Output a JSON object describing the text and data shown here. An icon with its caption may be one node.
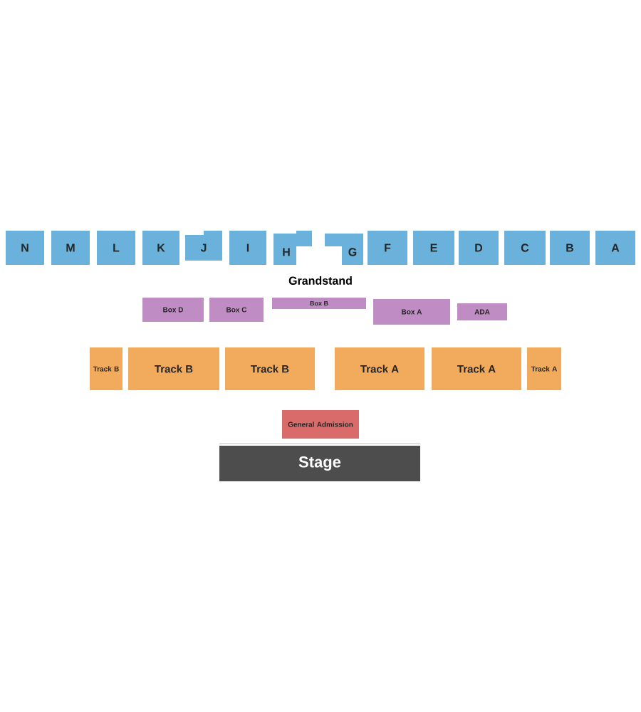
{
  "diagram": {
    "nodes": [
      {
        "text": [
          "N"
        ]
      },
      {
        "text": [
          "M"
        ]
      },
      {
        "text": [
          "L"
        ]
      },
      {
        "text": [
          "K"
        ]
      },
      {
        "text": [
          "J"
        ]
      },
      {
        "text": [
          "I"
        ]
      },
      {
        "text": [
          "H"
        ]
      },
      {
        "text": [
          "G"
        ]
      },
      {
        "text": [
          "F"
        ]
      },
      {
        "text": [
          "E"
        ]
      },
      {
        "text": [
          "D"
        ]
      },
      {
        "text": [
          "C"
        ]
      },
      {
        "text": [
          "B"
        ]
      },
      {
        "text": [
          "A"
        ]
      },
      {
        "text": [
          "Box D"
        ]
      },
      {
        "text": [
          "Box C"
        ]
      },
      {
        "text": [
          "Box B"
        ]
      },
      {
        "text": [
          "Box A"
        ]
      },
      {
        "text": [
          "ADA"
        ]
      },
      {
        "text": [
          "Track B"
        ]
      },
      {
        "text": [
          "Track B"
        ]
      },
      {
        "text": [
          "Track B"
        ]
      },
      {
        "text": [
          "Track A"
        ]
      },
      {
        "text": [
          "Track A"
        ]
      },
      {
        "text": [
          "Track A"
        ]
      },
      {
        "text": [
          "General Admission"
        ]
      },
      {
        "text": [
          "Stage"
        ]
      }
    ],
    "labels": [
      "Grandstand"
    ]
  }
}
